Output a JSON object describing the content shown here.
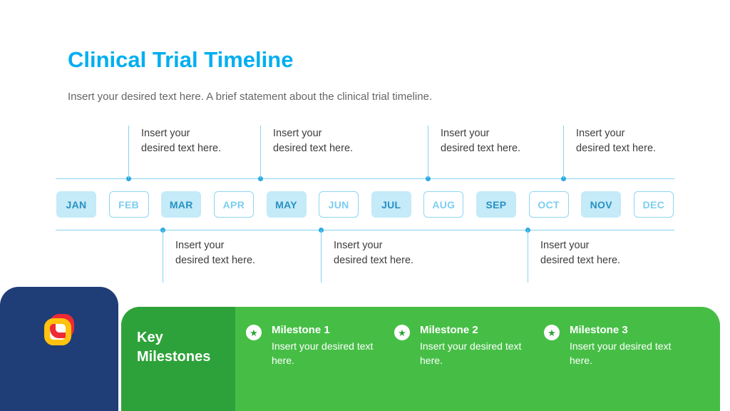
{
  "header": {
    "title": "Clinical Trial Timeline",
    "subtitle": "Insert your desired text here. A brief statement about the clinical trial timeline."
  },
  "timeline": {
    "months": [
      {
        "label": "JAN",
        "filled": true
      },
      {
        "label": "FEB",
        "filled": false
      },
      {
        "label": "MAR",
        "filled": true
      },
      {
        "label": "APR",
        "filled": false
      },
      {
        "label": "MAY",
        "filled": true
      },
      {
        "label": "JUN",
        "filled": false
      },
      {
        "label": "JUL",
        "filled": true
      },
      {
        "label": "AUG",
        "filled": false
      },
      {
        "label": "SEP",
        "filled": true
      },
      {
        "label": "OCT",
        "filled": false
      },
      {
        "label": "NOV",
        "filled": true
      },
      {
        "label": "DEC",
        "filled": false
      }
    ],
    "top_callouts": [
      {
        "text": "Insert your desired text here."
      },
      {
        "text": "Insert your desired text here."
      },
      {
        "text": "Insert your desired text here."
      },
      {
        "text": "Insert your desired text here."
      }
    ],
    "bottom_callouts": [
      {
        "text": "Insert your desired text here."
      },
      {
        "text": "Insert your desired text here."
      },
      {
        "text": "Insert your desired text here."
      }
    ]
  },
  "milestones": {
    "heading": "Key Milestones",
    "items": [
      {
        "title": "Milestone 1",
        "text": "Insert your desired text here."
      },
      {
        "title": "Milestone 2",
        "text": "Insert your desired text here."
      },
      {
        "title": "Milestone 3",
        "text": "Insert your desired text here."
      }
    ]
  },
  "colors": {
    "accent_cyan": "#00AEEF",
    "month_fill": "#C5EAF8",
    "green_light": "#46BE46",
    "green_dark": "#2EA23A",
    "navy": "#1F3D77",
    "logo_yellow": "#FFC20E",
    "logo_red": "#EE2A35"
  }
}
